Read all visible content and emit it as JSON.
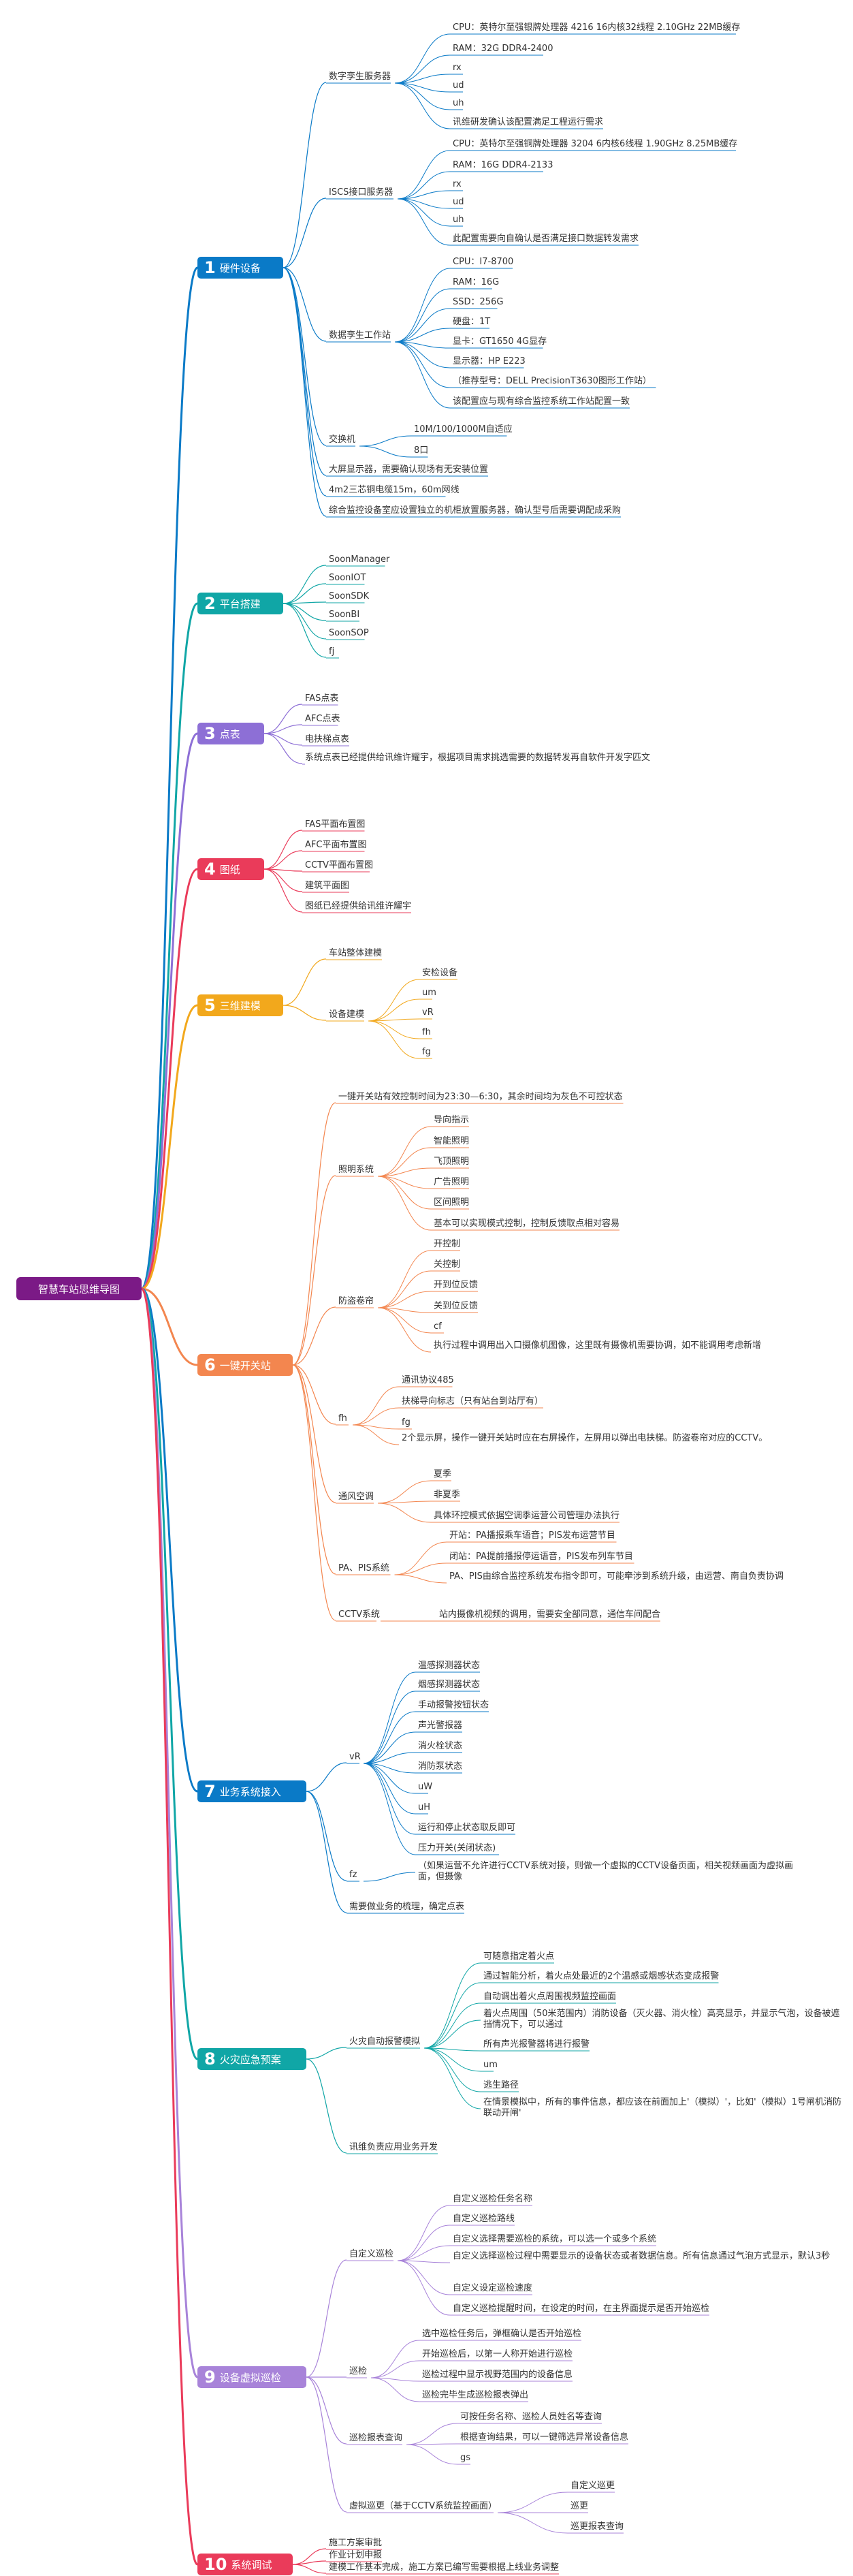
{
  "root": "智慧车站思维导图",
  "colors": {
    "root": "#7b1a86",
    "cat1": "#0a7ac7",
    "cat2": "#10a6a6",
    "cat3": "#8d6fd6",
    "cat4": "#ea3b5a",
    "cat5": "#f2a81c",
    "cat6": "#f3864f",
    "cat7": "#0a7ac7",
    "cat8": "#10a6a6",
    "cat9": "#a883d9",
    "cat10": "#ea3b5a"
  },
  "categories": [
    {
      "num": "1",
      "label": "硬件设备"
    },
    {
      "num": "2",
      "label": "平台搭建"
    },
    {
      "num": "3",
      "label": "点表"
    },
    {
      "num": "4",
      "label": "图纸"
    },
    {
      "num": "5",
      "label": "三维建模"
    },
    {
      "num": "6",
      "label": "一键开关站"
    },
    {
      "num": "7",
      "label": "业务系统接入"
    },
    {
      "num": "8",
      "label": "火灾应急预案"
    },
    {
      "num": "9",
      "label": "设备虚拟巡检"
    },
    {
      "num": "10",
      "label": "系统调试"
    }
  ],
  "labels": {
    "c1_1": "数字孪生服务器",
    "c1_1_1": "CPU：英特尔至强银牌处理器 4216 16内核32线程 2.10GHz 22MB缓存",
    "c1_1_2": "RAM：32G DDR4-2400",
    "c1_1_3": "rx",
    "c1_1_4": "ud",
    "c1_1_5": "uh",
    "c1_1_6": "讯维研发确认该配置满足工程运行需求",
    "c1_2": "ISCS接口服务器",
    "c1_2_1": "CPU：英特尔至强铜牌处理器 3204 6内核6线程 1.90GHz 8.25MB缓存",
    "c1_2_2": "RAM：16G DDR4-2133",
    "c1_2_3": "rx",
    "c1_2_4": "ud",
    "c1_2_5": "uh",
    "c1_2_6": "此配置需要向自确认是否满足接口数据转发需求",
    "c1_3": "数据孪生工作站",
    "c1_3_1": "CPU：I7-8700",
    "c1_3_2": "RAM：16G",
    "c1_3_3": "SSD：256G",
    "c1_3_4": "硬盘：1T",
    "c1_3_5": "显卡：GT1650 4G显存",
    "c1_3_6": "显示器：HP E223",
    "c1_3_7": "（推荐型号：DELL PrecisionT3630图形工作站）",
    "c1_3_8": "该配置应与现有综合监控系统工作站配置一致",
    "c1_4": "交换机",
    "c1_4_1": "10M/100/1000M自适应",
    "c1_4_2": "8口",
    "c1_5": "大屏显示器，需要确认现场有无安装位置",
    "c1_6": "4m2三芯铜电缆15m，60m网线",
    "c1_7": "综合监控设备室应设置独立的机柜放置服务器，确认型号后需要调配成采购",
    "c2_1": "SoonManager",
    "c2_2": "SoonIOT",
    "c2_3": "SoonSDK",
    "c2_4": "SoonBI",
    "c2_5": "SoonSOP",
    "c2_6": "fj",
    "c3_1": "FAS点表",
    "c3_2": "AFC点表",
    "c3_3": "电扶梯点表",
    "c3_4": "系统点表已经提供给讯维许耀宇，根据项目需求挑选需要的数据转发再自软件开发字匹文",
    "c4_1": "FAS平面布置图",
    "c4_2": "AFC平面布置图",
    "c4_3": "CCTV平面布置图",
    "c4_4": "建筑平面图",
    "c4_5": "图纸已经提供给讯维许耀宇",
    "c5_1": "车站整体建模",
    "c5_2": "设备建模",
    "c5_2_1": "安检设备",
    "c5_2_2": "um",
    "c5_2_3": "vR",
    "c5_2_4": "fh",
    "c5_2_5": "fg",
    "c6_1": "一键开关站有效控制时间为23:30—6:30，其余时间均为灰色不可控状态",
    "c6_2": "照明系统",
    "c6_2_1": "导向指示",
    "c6_2_2": "智能照明",
    "c6_2_3": "飞顶照明",
    "c6_2_4": "广告照明",
    "c6_2_5": "区间照明",
    "c6_2_6": "基本可以实现模式控制，控制反馈取点相对容易",
    "c6_3": "防盗卷帘",
    "c6_3_1": "开控制",
    "c6_3_2": "关控制",
    "c6_3_3": "开到位反馈",
    "c6_3_4": "关到位反馈",
    "c6_3_5": "cf",
    "c6_3_6": "执行过程中调用出入口摄像机图像，这里既有摄像机需要协调，如不能调用考虑新增",
    "c6_4": "fh",
    "c6_4_1": "通讯协议485",
    "c6_4_2": "扶梯导向标志（只有站台到站厅有）",
    "c6_4_3": "fg",
    "c6_4_4": "2个显示屏，操作一键开关站时应在右屏操作，左屏用以弹出电扶梯。防盗卷帘对应的CCTV。",
    "c6_5": "通风空调",
    "c6_5_1": "夏季",
    "c6_5_2": "非夏季",
    "c6_5_3": "具体环控模式依据空调季运营公司管理办法执行",
    "c6_6": "PA、PIS系统",
    "c6_6_1": "开站：PA播报乘车语音；PIS发布运营节目",
    "c6_6_2": "闭站：PA提前播报停运语音，PIS发布列车节目",
    "c6_6_3": "PA、PIS由综合监控系统发布指令即可，可能牵涉到系统升级，由运营、南自负责协调",
    "c6_7": "CCTV系统",
    "c6_7_1": "站内摄像机视频的调用，需要安全部同意，通信车间配合",
    "c7_1": "vR",
    "c7_1_1": "温感探测器状态",
    "c7_1_2": "烟感探测器状态",
    "c7_1_3": "手动报警按钮状态",
    "c7_1_4": "声光警报器",
    "c7_1_5": "消火栓状态",
    "c7_1_6": "消防泵状态",
    "c7_1_7": "uW",
    "c7_1_8": "uH",
    "c7_1_9": "运行和停止状态取反即可",
    "c7_1_10": "压力开关(关闭状态)",
    "c7_2": "fz",
    "c7_2_1": "（如果运营不允许进行CCTV系统对接，则做一个虚拟的CCTV设备页面，相关视频画面为虚拟画面，但摄像",
    "c7_3": "需要做业务的梳理，确定点表",
    "c8_1": "火灾自动报警模拟",
    "c8_1_1": "可随意指定着火点",
    "c8_1_2": "通过智能分析，着火点处最近的2个温感或烟感状态变成报警",
    "c8_1_3": "自动调出着火点周围视频监控画面",
    "c8_1_4": "着火点周围（50米范围内）消防设备（灭火器、消火栓）高亮显示，并显示气泡，设备被遮挡情况下，可以通过",
    "c8_1_5": "所有声光报警器将进行报警",
    "c8_1_6": "um",
    "c8_1_7": "逃生路径",
    "c8_1_8": "在情景模拟中，所有的事件信息，都应该在前面加上'（模拟）'，比如'（模拟）1号闸机消防联动开闸'",
    "c8_2": "讯维负责应用业务开发",
    "c9_1": "自定义巡检",
    "c9_1_1": "自定义巡检任务名称",
    "c9_1_2": "自定义巡检路线",
    "c9_1_3": "自定义选择需要巡检的系统，可以选一个或多个系统",
    "c9_1_4": "自定义选择巡检过程中需要显示的设备状态或者数据信息。所有信息通过气泡方式显示，默认3秒",
    "c9_1_5": "自定义设定巡检速度",
    "c9_1_6": "自定义巡检提醒时间，在设定的时间，在主界面提示是否开始巡检",
    "c9_2": "巡检",
    "c9_2_1": "选中巡检任务后，弹框确认是否开始巡检",
    "c9_2_2": "开始巡检后，以第一人称开始进行巡检",
    "c9_2_3": "巡检过程中显示视野范围内的设备信息",
    "c9_2_4": "巡检完毕生成巡检报表弹出",
    "c9_3": "巡检报表查询",
    "c9_3_1": "可按任务名称、巡检人员姓名等查询",
    "c9_3_2": "根据查询结果，可以一键筛选异常设备信息",
    "c9_3_3": "gs",
    "c9_4": "虚拟巡更（基于CCTV系统监控画面）",
    "c9_4_1": "自定义巡更",
    "c9_4_2": "巡更",
    "c9_4_3": "巡更报表查询",
    "c10_1": "施工方案审批",
    "c10_2": "作业计划申报",
    "c10_3": "建模工作基本完成，施工方案已编写需要根据上线业务调整"
  }
}
